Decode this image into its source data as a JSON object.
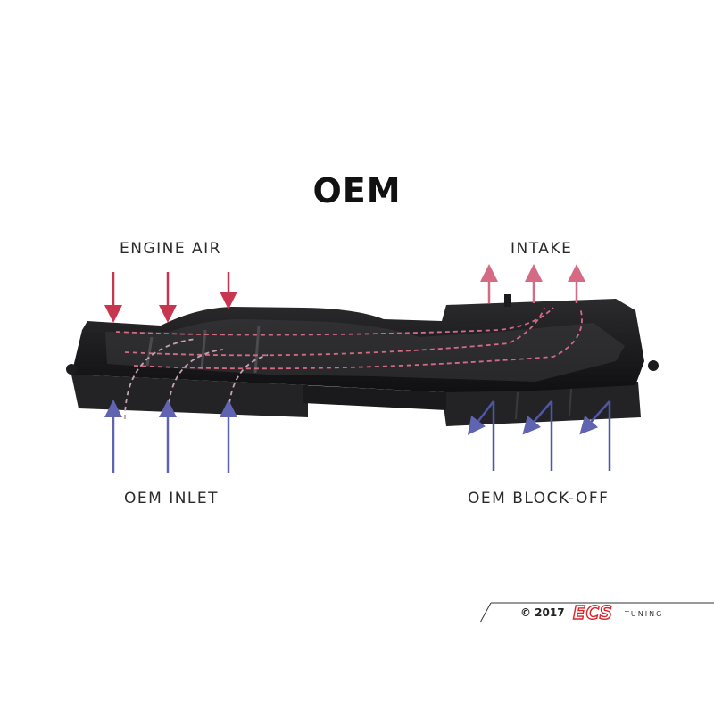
{
  "title": "OEM",
  "labels": {
    "engine_air": "ENGINE AIR",
    "intake": "INTAKE",
    "oem_inlet": "OEM INLET",
    "oem_block_off": "OEM BLOCK-OFF"
  },
  "footer": {
    "copyright": "© 2017",
    "brand": "ECS",
    "brand_suffix": "TUNING"
  },
  "colors": {
    "engine_air": "#c8354e",
    "intake": "#d46a84",
    "inlet": "#5f63b0",
    "block_off": "#4f56a8",
    "part": "#1c1c1e",
    "brand_red": "#d8232a"
  }
}
